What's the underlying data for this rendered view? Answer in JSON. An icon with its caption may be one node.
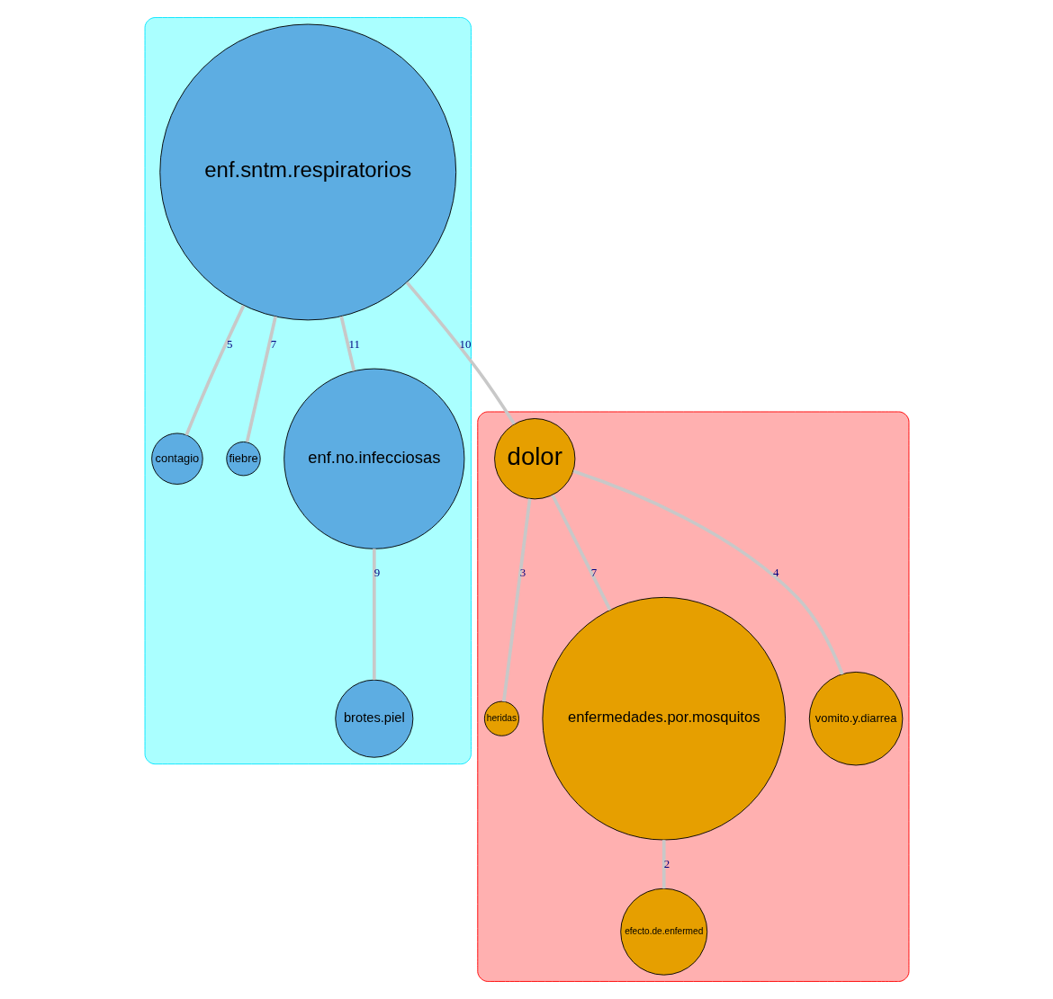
{
  "diagram": {
    "nodes": [
      {
        "text": [],
        "shape": "blob"
      },
      {
        "text": [
          "contagio"
        ],
        "in": 0
      },
      {
        "text": [
          "fiebre"
        ],
        "in": 0
      },
      {
        "text": [
          "enf.sntm.respiratorios"
        ],
        "in": 0
      },
      {
        "text": [
          "enf.no.infecciosas"
        ],
        "in": 0
      },
      {
        "text": [
          "brotes.piel"
        ],
        "in": 0
      },
      {
        "text": [],
        "shape": "blob"
      },
      {
        "text": [
          "heridas"
        ],
        "in": 6
      },
      {
        "text": [
          "dolor"
        ],
        "in": 6
      },
      {
        "text": [
          "enfermedades.por.mosquitos"
        ],
        "in": 6
      },
      {
        "text": [
          "efecto.de.enfermed"
        ],
        "in": 6
      },
      {
        "text": [
          "vomito.y.diarrea"
        ],
        "in": 6
      }
    ],
    "edges": [
      {
        "from": 3,
        "to": 1,
        "arrow": "none",
        "label": "5"
      },
      {
        "from": 3,
        "to": 2,
        "arrow": "none",
        "label": "7"
      },
      {
        "from": 3,
        "to": 4,
        "arrow": "none",
        "label": "11"
      },
      {
        "from": 4,
        "to": 5,
        "arrow": "none",
        "label": "9"
      },
      {
        "from": 3,
        "to": 8,
        "arrow": "none",
        "label": "10"
      },
      {
        "from": 8,
        "to": 7,
        "arrow": "none",
        "label": "3"
      },
      {
        "from": 8,
        "to": 9,
        "arrow": "none",
        "label": "7"
      },
      {
        "from": 9,
        "to": 10,
        "arrow": "none",
        "label": "2"
      },
      {
        "from": 8,
        "to": 11,
        "arrow": "none",
        "label": "4"
      }
    ]
  }
}
